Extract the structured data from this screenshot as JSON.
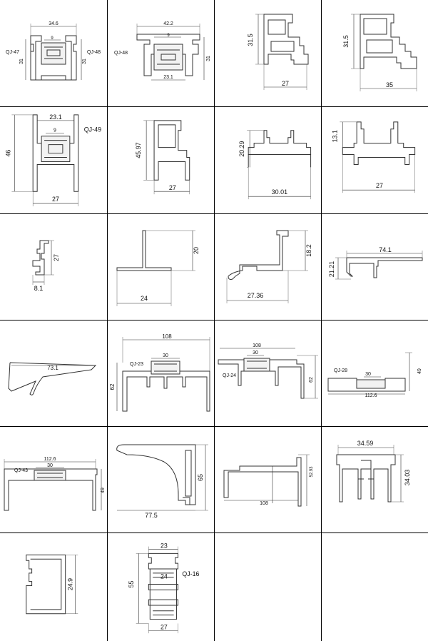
{
  "cells": [
    {
      "code_left": "QJ-47",
      "code_right": "QJ-48",
      "dims": [
        "34.6",
        "9",
        "31",
        "31"
      ]
    },
    {
      "code_left": "QJ-48",
      "dims": [
        "42.2",
        "9",
        "31",
        "23.1"
      ]
    },
    {
      "dims": [
        "31.5",
        "27"
      ]
    },
    {
      "dims": [
        "31.5",
        "35"
      ]
    },
    {
      "code_right": "QJ-49",
      "dims": [
        "23.1",
        "9",
        "46",
        "27"
      ]
    },
    {
      "dims": [
        "45.97",
        "27"
      ]
    },
    {
      "dims": [
        "20.29",
        "30.01"
      ]
    },
    {
      "dims": [
        "13.1",
        "27"
      ]
    },
    {
      "dims": [
        "27",
        "8.1"
      ]
    },
    {
      "dims": [
        "20",
        "24"
      ]
    },
    {
      "dims": [
        "18.2",
        "27.36"
      ]
    },
    {
      "dims": [
        "74.1",
        "21.21"
      ]
    },
    {
      "dims": [
        "73.1"
      ]
    },
    {
      "code_left": "QJ-23",
      "dims": [
        "108",
        "30",
        "62"
      ]
    },
    {
      "code_left": "QJ-24",
      "dims": [
        "108",
        "30",
        "62"
      ]
    },
    {
      "code_left": "QJ-28",
      "dims": [
        "30",
        "49",
        "112.6"
      ]
    },
    {
      "code_left": "QJ-43",
      "dims": [
        "112.6",
        "30",
        "49"
      ]
    },
    {
      "dims": [
        "65",
        "77.5"
      ]
    },
    {
      "dims": [
        "52.93",
        "108"
      ]
    },
    {
      "dims": [
        "34.59",
        "34.03"
      ]
    },
    {
      "dims": [
        "24.9"
      ]
    },
    {
      "code_right": "QJ-16",
      "dims": [
        "23",
        "24",
        "55",
        "27"
      ]
    },
    {},
    {}
  ]
}
